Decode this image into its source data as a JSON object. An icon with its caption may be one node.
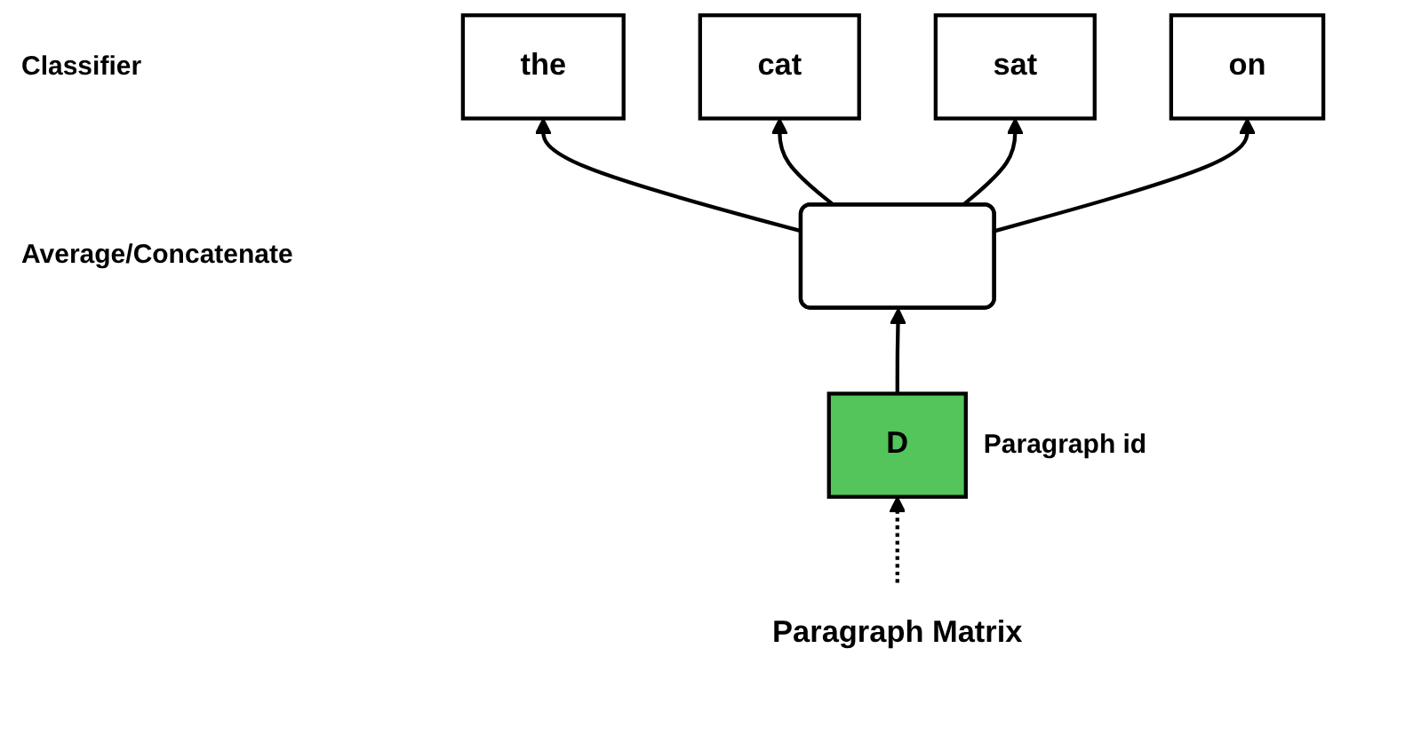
{
  "diagram": {
    "nodes": [
      {
        "text": [
          "the"
        ]
      },
      {
        "text": [
          "cat"
        ]
      },
      {
        "text": [
          "sat"
        ]
      },
      {
        "text": [
          "on"
        ]
      },
      {
        "text": [],
        "shape": "bar"
      },
      {
        "text": [
          "D"
        ],
        "beside": [
          "Paragraph id"
        ]
      },
      {
        "text": [
          "Paragraph Matrix"
        ]
      }
    ],
    "edges": [
      {
        "from": 4,
        "to": 0,
        "arrow": "to"
      },
      {
        "from": 4,
        "to": 1,
        "arrow": "to"
      },
      {
        "from": 4,
        "to": 2,
        "arrow": "to"
      },
      {
        "from": 4,
        "to": 3,
        "arrow": "to"
      },
      {
        "from": 5,
        "to": 4,
        "arrow": "to"
      },
      {
        "from": 6,
        "to": 5,
        "arrow": "to",
        "style": "dashed"
      }
    ],
    "labels": [
      "Classifier",
      "Average/Concatenate"
    ]
  }
}
